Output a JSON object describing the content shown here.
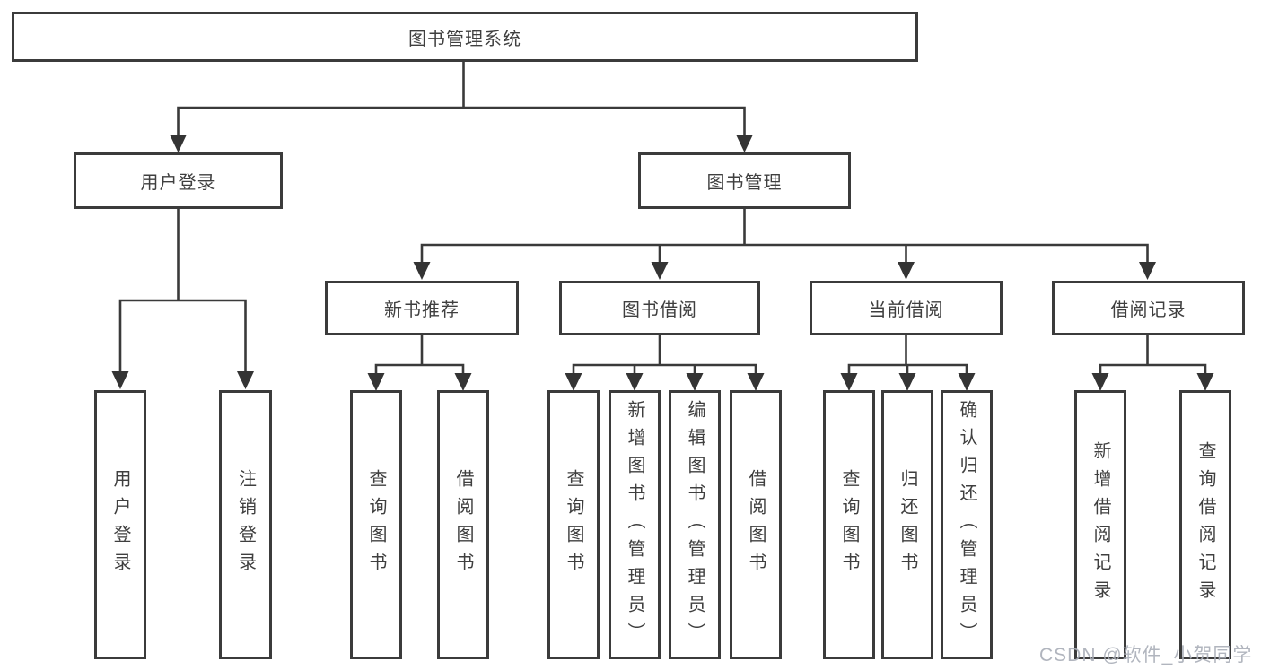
{
  "tree": {
    "root": {
      "label": "图书管理系统"
    },
    "branches": [
      {
        "label": "用户登录",
        "children": [
          {
            "label": "用户登录"
          },
          {
            "label": "注销登录"
          }
        ]
      },
      {
        "label": "图书管理",
        "groups": [
          {
            "label": "新书推荐",
            "children": [
              {
                "label": "查询图书"
              },
              {
                "label": "借阅图书"
              }
            ]
          },
          {
            "label": "图书借阅",
            "children": [
              {
                "label": "查询图书"
              },
              {
                "label": "新增图书（管理员）"
              },
              {
                "label": "编辑图书（管理员）"
              },
              {
                "label": "借阅图书"
              }
            ]
          },
          {
            "label": "当前借阅",
            "children": [
              {
                "label": "查询图书"
              },
              {
                "label": "归还图书"
              },
              {
                "label": "确认归还（管理员）"
              }
            ]
          },
          {
            "label": "借阅记录",
            "children": [
              {
                "label": "新增借阅记录"
              },
              {
                "label": "查询借阅记录"
              }
            ]
          }
        ]
      }
    ]
  },
  "watermark": {
    "text": "CSDN @软件_小贺同学"
  },
  "colors": {
    "line": "#3a3a3a",
    "text": "#3f3f3f",
    "background": "#ffffff",
    "watermark": "#a9aeb8"
  }
}
